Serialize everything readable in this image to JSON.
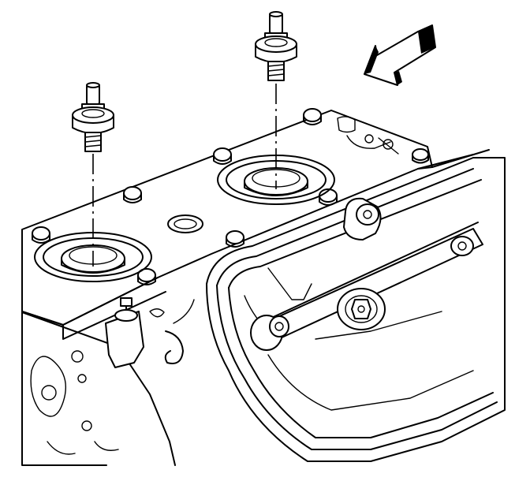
{
  "diagram": {
    "background": "#ffffff",
    "line_color": "#000000",
    "arrow_fill": "#000000",
    "icons": [
      "knock-sensor",
      "direction-arrow",
      "engine-block",
      "intake-manifold"
    ]
  }
}
